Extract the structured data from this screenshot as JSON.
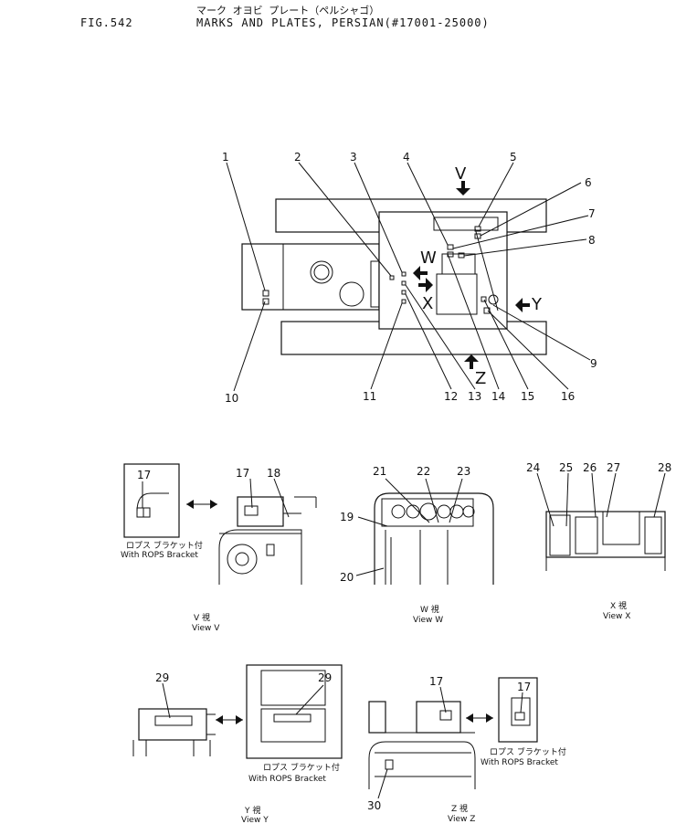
{
  "header": {
    "fig": "FIG.542",
    "jp_title": "マーク オヨビ プレート（ペルシャゴ）",
    "title": "MARKS AND PLATES, PERSIAN(#17001-25000)"
  },
  "main_view": {
    "arrows": {
      "v": "V",
      "w": "W",
      "x": "X",
      "y": "Y",
      "z": "Z"
    },
    "callouts_top": [
      "1",
      "2",
      "3",
      "4",
      "5"
    ],
    "callouts_right": [
      "6",
      "7",
      "8",
      "9"
    ],
    "callouts_bottom": [
      "10",
      "11",
      "12",
      "13",
      "14",
      "15",
      "16"
    ]
  },
  "view_v": {
    "inset_num": "17",
    "nums": [
      "17",
      "18"
    ],
    "bracket_jp": "ロプス ブラケット付",
    "bracket_en": "With ROPS Bracket",
    "caption_jp": "V 視",
    "caption_en": "View V"
  },
  "view_w": {
    "nums": [
      "21",
      "22",
      "23",
      "19",
      "20"
    ],
    "caption_jp": "W 視",
    "caption_en": "View W"
  },
  "view_x": {
    "nums": [
      "24",
      "25",
      "26",
      "27",
      "28"
    ],
    "caption_jp": "X 視",
    "caption_en": "View X"
  },
  "view_y": {
    "nums": [
      "29",
      "29"
    ],
    "bracket_jp": "ロプス ブラケット付",
    "bracket_en": "With ROPS Bracket",
    "caption_jp": "Y 視",
    "caption_en": "View Y"
  },
  "view_z": {
    "nums": [
      "17",
      "30"
    ],
    "inset_num": "17",
    "bracket_jp": "ロプス ブラケット付",
    "bracket_en": "With ROPS Bracket",
    "caption_jp": "Z 視",
    "caption_en": "View Z"
  }
}
